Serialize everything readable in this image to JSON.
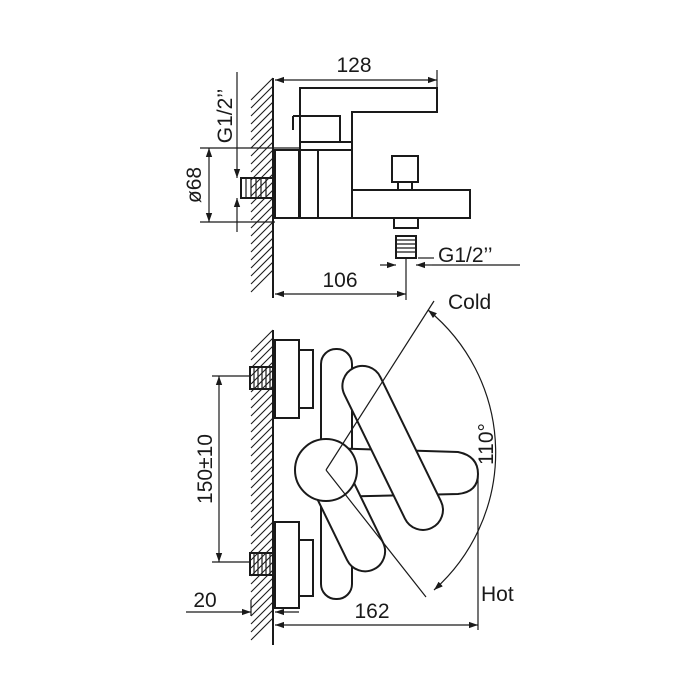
{
  "drawing": {
    "dimensions": {
      "top_width": "128",
      "inlet_thread": "G1/2’’",
      "diameter": "ø68",
      "outlet_thread": "G1/2’’",
      "depth": "106",
      "spacing": "150±10",
      "wall_offset": "20",
      "total_length": "162",
      "rotation": "110°"
    },
    "labels": {
      "cold": "Cold",
      "hot": "Hot"
    }
  }
}
